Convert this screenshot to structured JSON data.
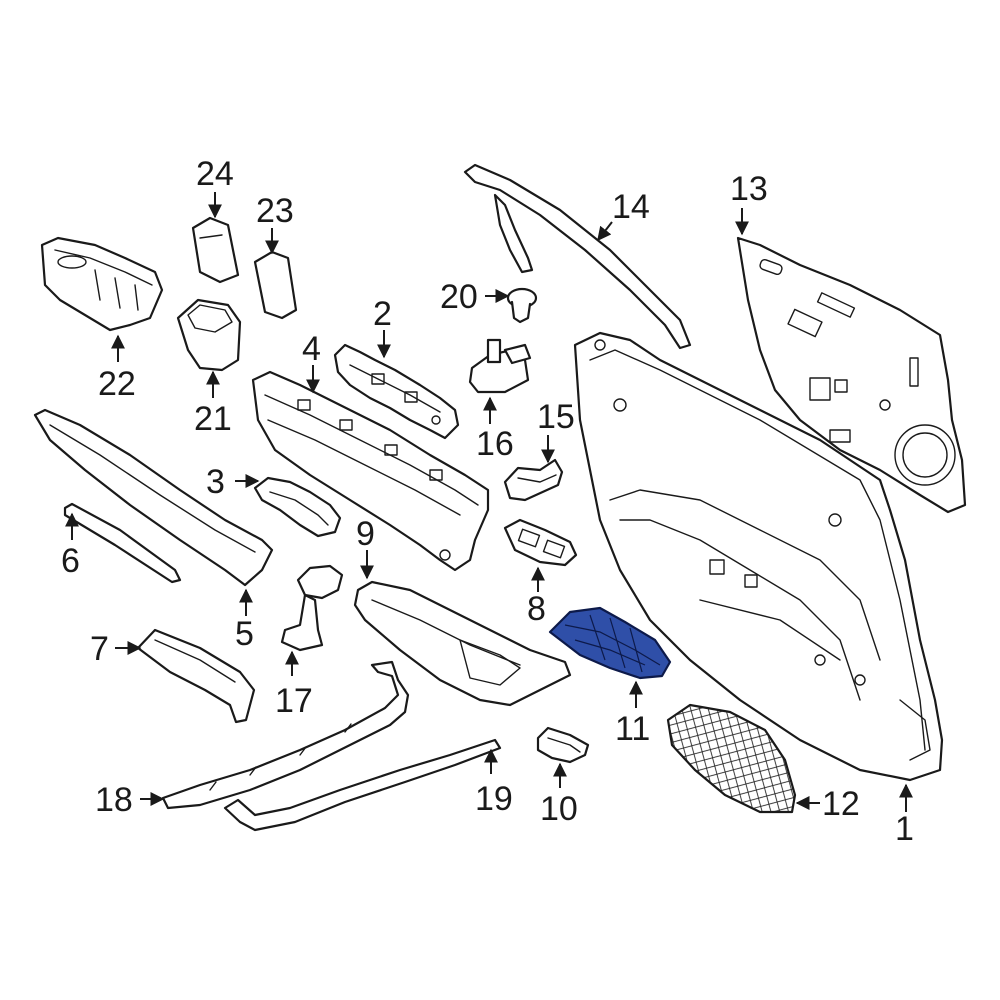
{
  "diagram": {
    "highlight_color": "#2f4fa8",
    "line_color": "#1a1a1a",
    "callouts": {
      "p1": "1",
      "p2": "2",
      "p3": "3",
      "p4": "4",
      "p5": "5",
      "p6": "6",
      "p7": "7",
      "p8": "8",
      "p9": "9",
      "p10": "10",
      "p11": "11",
      "p12": "12",
      "p13": "13",
      "p14": "14",
      "p15": "15",
      "p16": "16",
      "p17": "17",
      "p18": "18",
      "p19": "19",
      "p20": "20",
      "p21": "21",
      "p22": "22",
      "p23": "23",
      "p24": "24"
    },
    "highlighted_part": "11"
  }
}
